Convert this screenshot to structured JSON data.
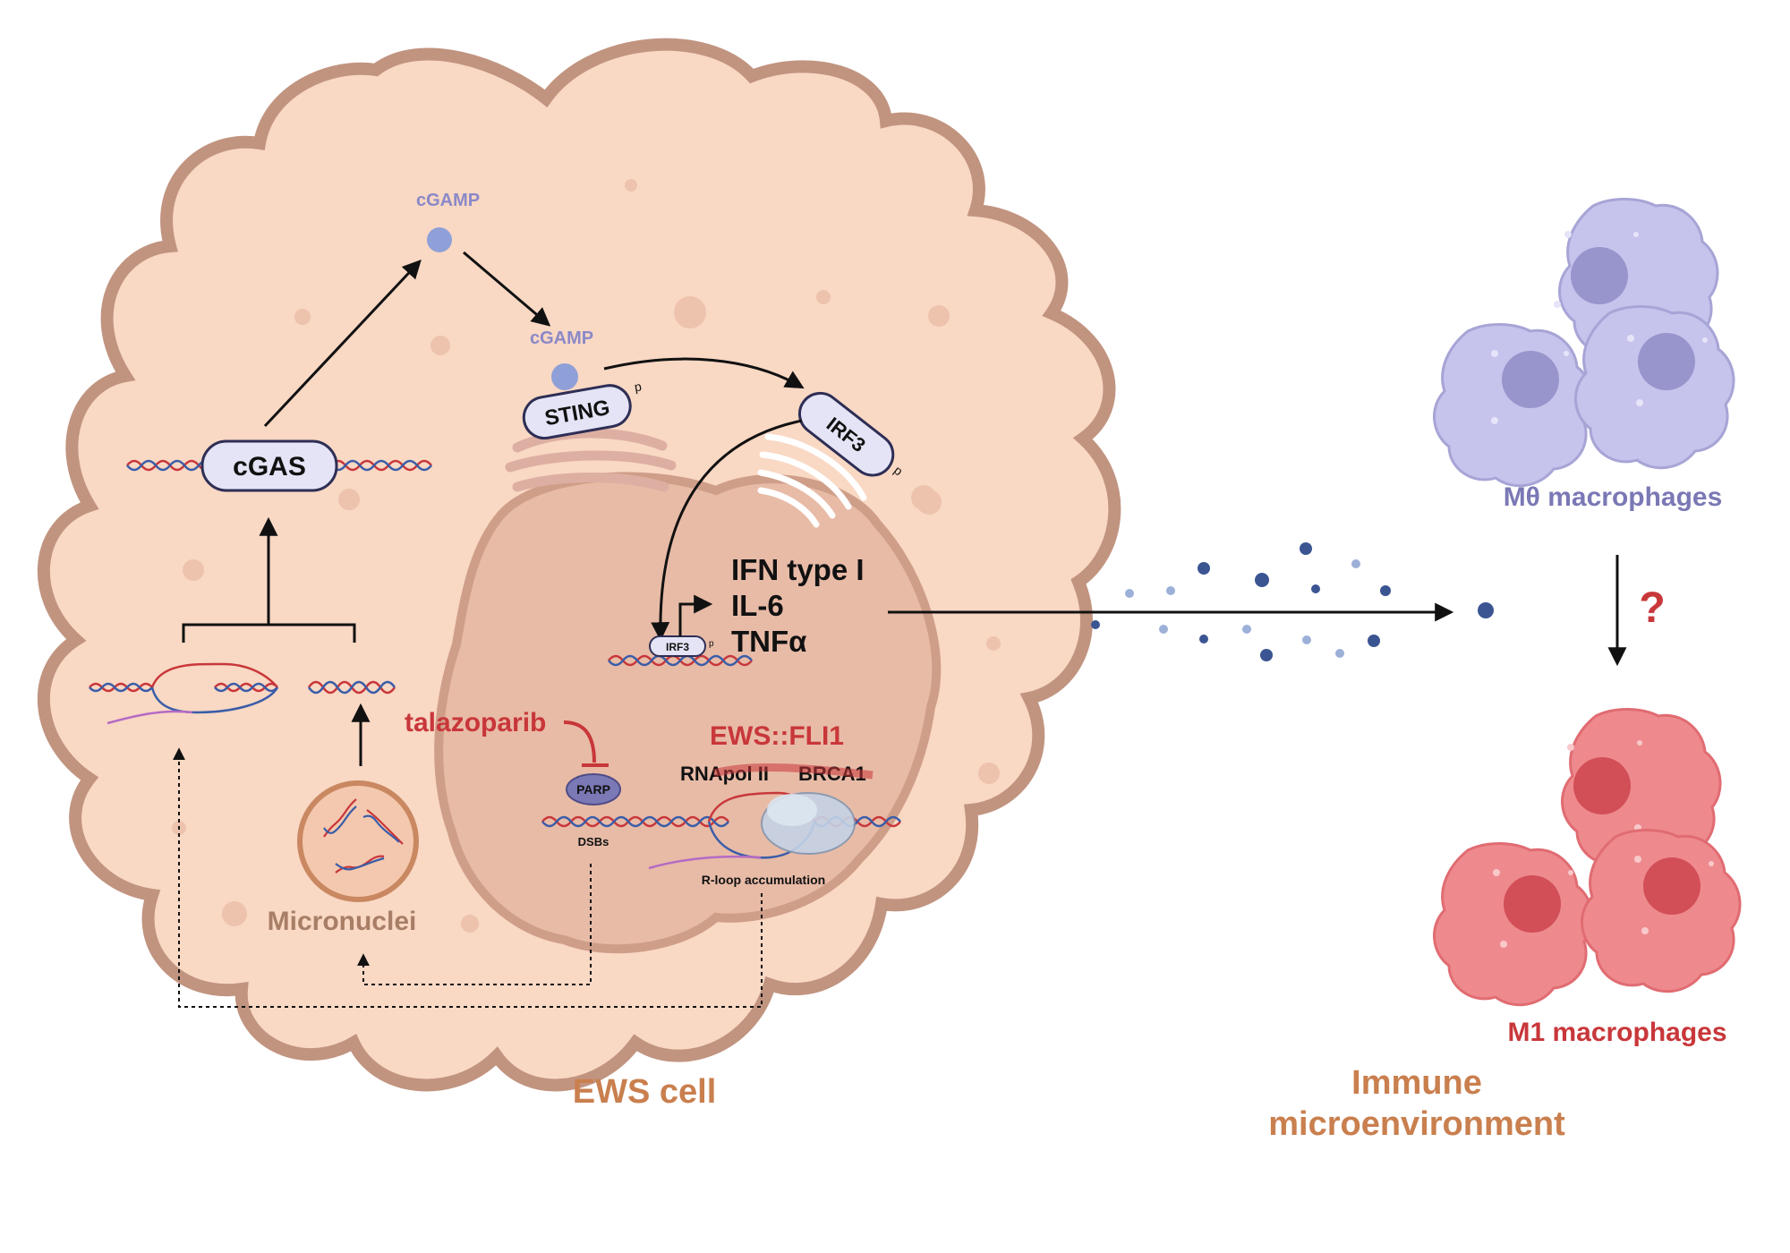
{
  "labels": {
    "cgamp_top": "cGAMP",
    "cgamp_sting": "cGAMP",
    "sting": "STING",
    "sting_p": "p",
    "irf3": "IRF3",
    "irf3_p": "p",
    "cgas": "cGAS",
    "ifn_type1": "IFN type I",
    "il6": "IL-6",
    "tnfa": "TNFα",
    "irf3_small": "IRF3",
    "irf3_small_p": "p",
    "talazoparib": "talazoparib",
    "parp": "PARP",
    "dsbs": "DSBs",
    "ews_fli1": "EWS::FLI1",
    "rnapol2": "RNApol II",
    "brca1": "BRCA1",
    "rloop": "R-loop accumulation",
    "micronuclei": "Micronuclei",
    "ews_cell": "EWS cell",
    "m0_macrophages": "Mθ macrophages",
    "question": "?",
    "m1_macrophages": "M1 macrophages",
    "immune_line1": "Immune",
    "immune_line2": "microenvironment"
  },
  "colors": {
    "cell_fill": "#F9D8C4",
    "cell_border": "#C19480",
    "nucleus_fill": "#E8BBA7",
    "nucleus_border": "#CF9E89",
    "ews_red": "#C8373A",
    "ews_orange": "#C97F4E",
    "m0_purple": "#7A78B5",
    "m0_fill": "#C6C3EC",
    "m1_fill": "#EE8A8E",
    "m1_red": "#C8373A",
    "cgamp_purple": "#8A88C7",
    "protein_fill": "#E4E4F6"
  }
}
